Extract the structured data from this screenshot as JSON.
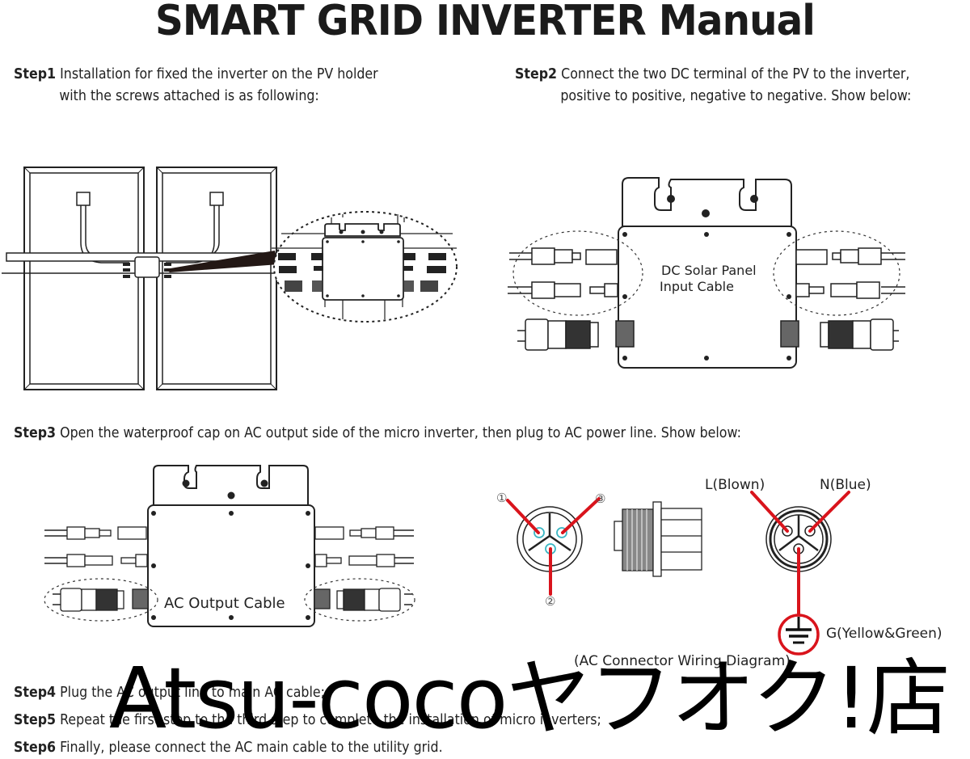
{
  "title": "SMART GRID INVERTER Manual",
  "steps": [
    {
      "label": "Step1",
      "line1": "Installation for fixed the inverter on the PV holder",
      "line2": "with the screws attached is as following:"
    },
    {
      "label": "Step2",
      "line1": "Connect the two DC terminal of the PV to the inverter,",
      "line2": "positive to positive, negative to negative. Show below:"
    },
    {
      "label": "Step3",
      "line1": "Open the waterproof cap on AC output side of the micro inverter, then plug to AC power line. Show below:"
    },
    {
      "label": "Step4",
      "line1": "Plug the AC output line to main AC cable;"
    },
    {
      "label": "Step5",
      "line1": "Repeat the first step to the third step to complete the installation of micro inverters;"
    },
    {
      "label": "Step6",
      "line1": "Finally, please connect the AC main cable to the utility grid."
    }
  ],
  "diagrams": {
    "dc_label_line1": "DC Solar Panel",
    "dc_label_line2": "Input Cable",
    "ac_output_label": "AC Output Cable",
    "pin_numbers": [
      "①",
      "②",
      "③"
    ],
    "line_label": "L(Blown)",
    "neutral_label": "N(Blue)",
    "ground_label": "G(Yellow&Green)",
    "wiring_caption": "(AC Connector Wiring Diagram)"
  },
  "colors": {
    "wire_red": "#d9141c",
    "pin_cyan": "#3bb7c4"
  },
  "watermark": "Atsu-cocoヤフオク!店"
}
